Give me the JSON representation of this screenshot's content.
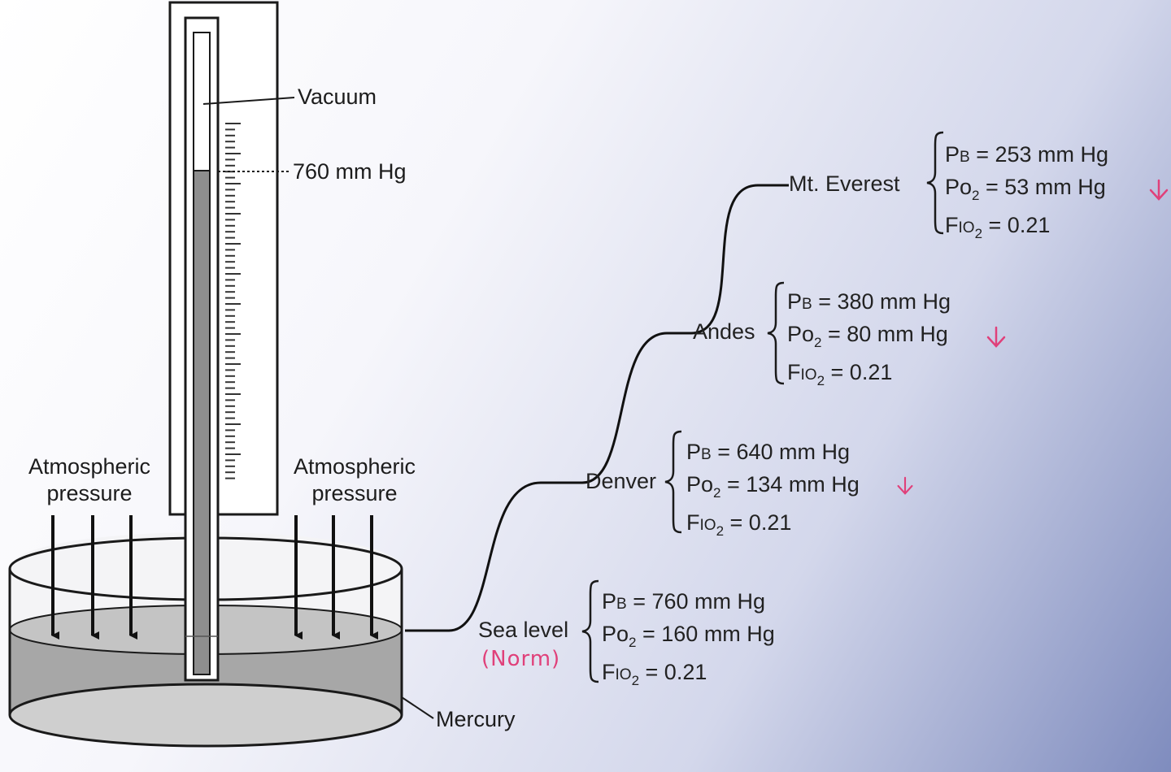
{
  "labels": {
    "vacuum": "Vacuum",
    "column_height": "760 mm Hg",
    "atm_left_line1": "Atmospheric",
    "atm_left_line2": "pressure",
    "atm_right_line1": "Atmospheric",
    "atm_right_line2": "pressure",
    "mercury": "Mercury"
  },
  "sites": [
    {
      "name": "Mt. Everest",
      "pb": {
        "prefix": "P",
        "small": "B",
        "value": " = 253 mm Hg"
      },
      "po2": {
        "prefix": "Po",
        "sub": "2",
        "value": " = 53 mm Hg",
        "arrow": "down-arrow-icon"
      },
      "fio2": {
        "prefix": "F",
        "small": "IO",
        "sub": "2",
        "value": " = 0.21"
      }
    },
    {
      "name": "Andes",
      "pb": {
        "prefix": "P",
        "small": "B",
        "value": " = 380 mm Hg"
      },
      "po2": {
        "prefix": "Po",
        "sub": "2",
        "value": " = 80 mm Hg",
        "arrow": "down-arrow-icon"
      },
      "fio2": {
        "prefix": "F",
        "small": "IO",
        "sub": "2",
        "value": " = 0.21"
      }
    },
    {
      "name": "Denver",
      "pb": {
        "prefix": "P",
        "small": "B",
        "value": " = 640 mm Hg"
      },
      "po2": {
        "prefix": "Po",
        "sub": "2",
        "value": " = 134 mm Hg",
        "arrow": "down-arrow-icon"
      },
      "fio2": {
        "prefix": "F",
        "small": "IO",
        "sub": "2",
        "value": " = 0.21"
      }
    },
    {
      "name": "Sea level",
      "note": "(Norm)",
      "pb": {
        "prefix": "P",
        "small": "B",
        "value": " = 760 mm Hg"
      },
      "po2": {
        "prefix": "Po",
        "sub": "2",
        "value": " = 160 mm Hg"
      },
      "fio2": {
        "prefix": "F",
        "small": "IO",
        "sub": "2",
        "value": " = 0.21"
      }
    }
  ],
  "colors": {
    "annotation": "#e0407a",
    "mercury": "#a9a9a9",
    "ink": "#1c1c1c"
  }
}
